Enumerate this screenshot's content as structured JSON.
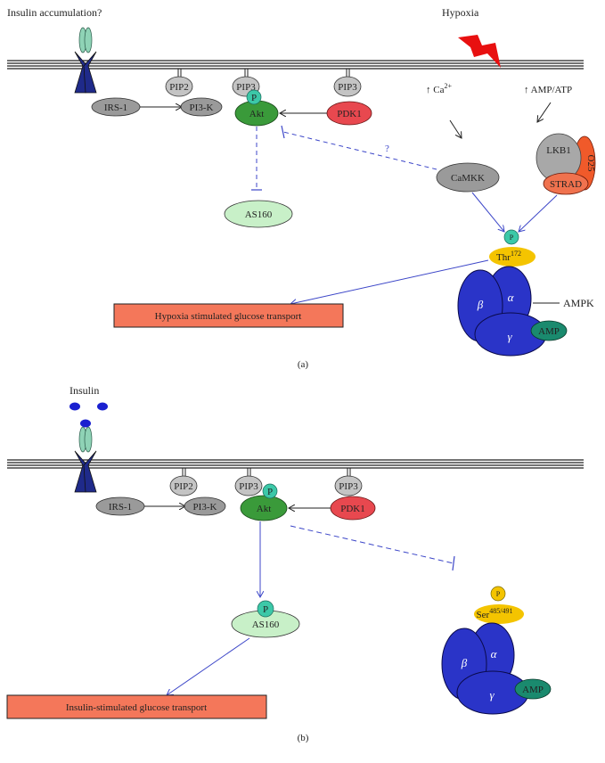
{
  "panel_a": {
    "title": "Insulin accumulation?",
    "hypoxia": "Hypoxia",
    "pip2": "PIP2",
    "pip3_akt": "PIP3",
    "pip3_pdk": "PIP3",
    "irs1": "IRS-1",
    "pi3k": "PI3-K",
    "akt": "Akt",
    "phospho": "P",
    "pdk1": "PDK1",
    "ca_arrow": "↑ Ca",
    "ca_sup": "2+",
    "amp_atp": "↑ AMP/ATP",
    "question": "?",
    "camkk": "CaMKK",
    "lkb1": "LKB1",
    "strad": "STRAD",
    "o25": "O25",
    "as160": "AS160",
    "thr": "Thr",
    "thr_sup": "172",
    "alpha": "α",
    "beta": "β",
    "gamma": "γ",
    "amp": "AMP",
    "ampk": "AMPK",
    "transport": "Hypoxia stimulated glucose transport",
    "caption": "(a)"
  },
  "panel_b": {
    "title": "Insulin",
    "pip2": "PIP2",
    "pip3_akt": "PIP3",
    "pip3_pdk": "PIP3",
    "irs1": "IRS-1",
    "pi3k": "PI3-K",
    "akt": "Akt",
    "phospho": "P",
    "pdk1": "PDK1",
    "as160": "AS160",
    "ser": "Ser",
    "ser_sup": "485/491",
    "alpha": "α",
    "beta": "β",
    "gamma": "γ",
    "amp": "AMP",
    "transport": "Insulin-stimulated glucose transport",
    "caption": "(b)"
  },
  "colors": {
    "membrane": "#222222",
    "receptor_dark": "#1f2a8a",
    "receptor_light": "#8fd3b6",
    "gray_node": "#9a9a9a",
    "akt_green": "#3a9a3a",
    "pdk1_red": "#e8484f",
    "phospho_teal": "#3cc8a8",
    "as160_green": "#c8f0c8",
    "ampk_blue": "#2a34c8",
    "amp_teal": "#1a8a6e",
    "thr_yellow": "#f4c400",
    "transport_orange": "#f4775a",
    "lightning_red": "#e81010",
    "inhibit_blue": "#3c46c8"
  }
}
